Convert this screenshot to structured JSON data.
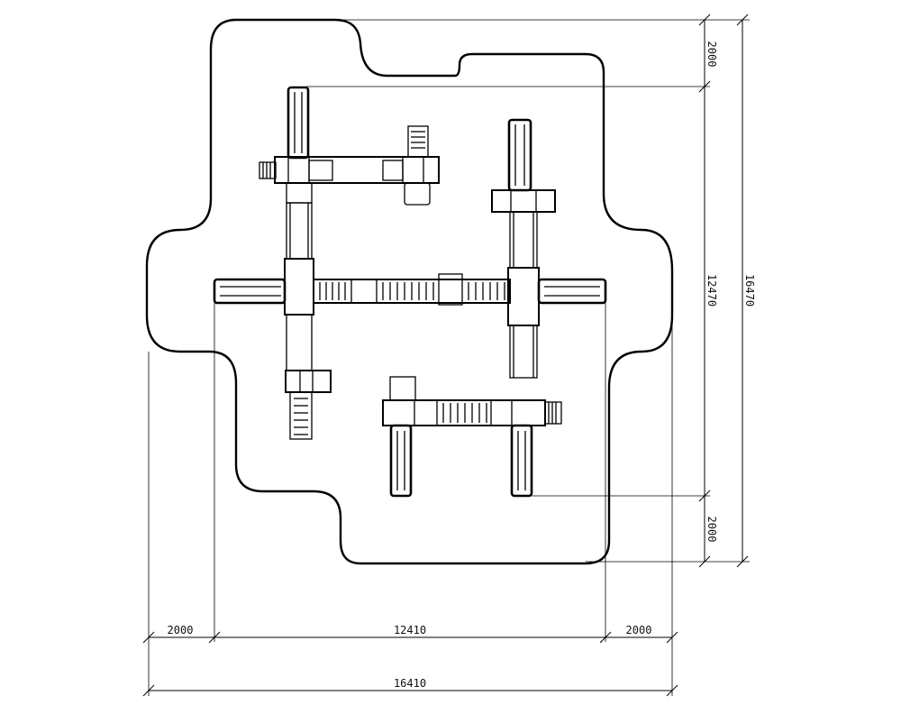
{
  "colors": {
    "line": "#000000",
    "background": "#ffffff"
  },
  "dimensions": {
    "top_margin": "2000",
    "inner_height": "12470",
    "bottom_margin": "2000",
    "total_height": "16470",
    "left_margin": "2000",
    "inner_width": "12410",
    "right_margin": "2000",
    "total_width": "16410"
  }
}
